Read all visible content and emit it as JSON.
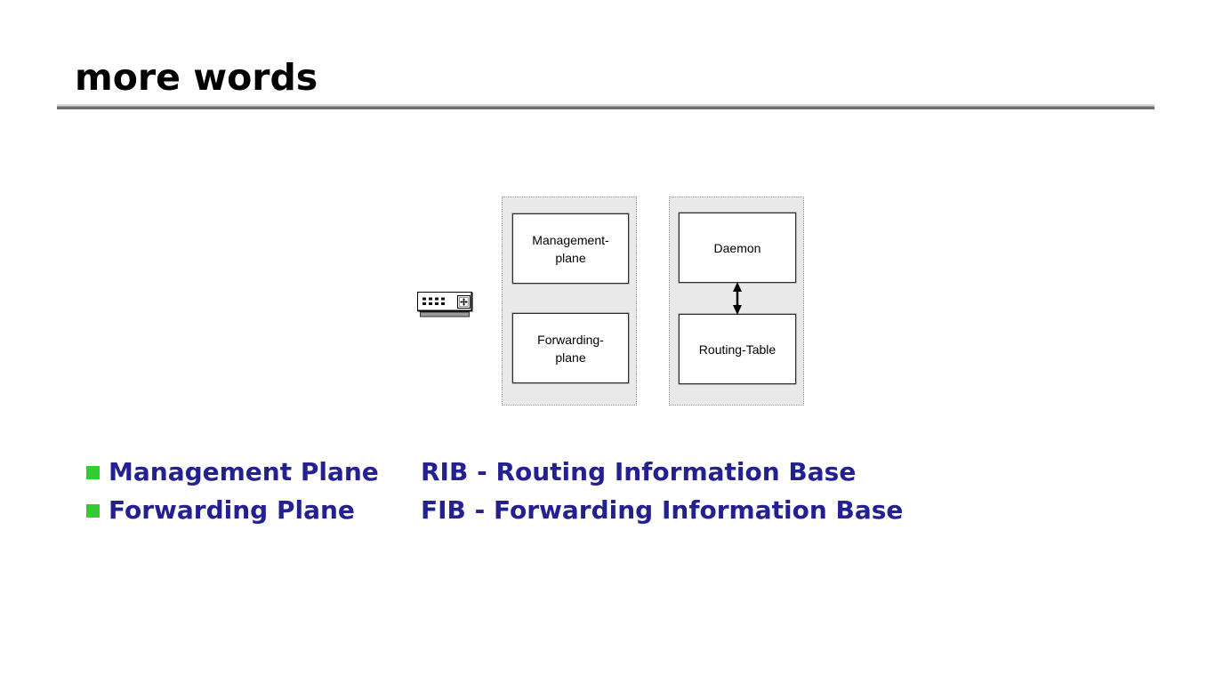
{
  "slide_title": "more words",
  "diagram": {
    "left_group": {
      "management_box": {
        "line1": "Management-",
        "line2": "plane"
      },
      "forwarding_box": {
        "line1": "Forwarding-",
        "line2": "plane"
      }
    },
    "right_group": {
      "daemon_box": {
        "label": "Daemon"
      },
      "routing_table_box": {
        "label": "Routing-Table"
      }
    },
    "icons": {
      "router": "router-device-icon",
      "arrow": "double-headed-vertical-arrow-icon"
    }
  },
  "bullets": [
    {
      "label": "Management Plane"
    },
    {
      "label": "Forwarding Plane"
    }
  ],
  "definitions": [
    {
      "text": "RIB - Routing Information Base"
    },
    {
      "text": "FIB - Forwarding Information Base"
    }
  ],
  "colors": {
    "bullet_green": "#33cc33",
    "body_text_blue": "#232192",
    "group_background": "#e9e9e9",
    "rule_light": "#d9d9d9",
    "rule_dark": "#6e6e6e"
  }
}
